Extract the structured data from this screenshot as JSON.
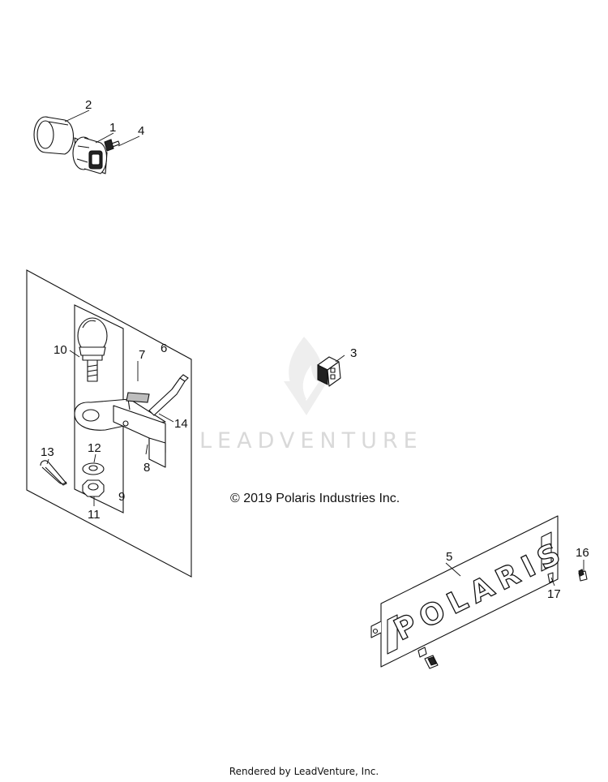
{
  "watermark": {
    "text": "LEADVENTURE"
  },
  "copyright": "© 2019 Polaris Industries Inc.",
  "footer": "Rendered by LeadVenture, Inc.",
  "plate": {
    "lettering": "POLARIS"
  },
  "callouts": {
    "c1": "1",
    "c2": "2",
    "c3": "3",
    "c4": "4",
    "c5": "5",
    "c6": "6",
    "c7": "7",
    "c8": "8",
    "c9": "9",
    "c10": "10",
    "c11": "11",
    "c12": "12",
    "c13": "13",
    "c14": "14",
    "c16": "16",
    "c17": "17"
  }
}
